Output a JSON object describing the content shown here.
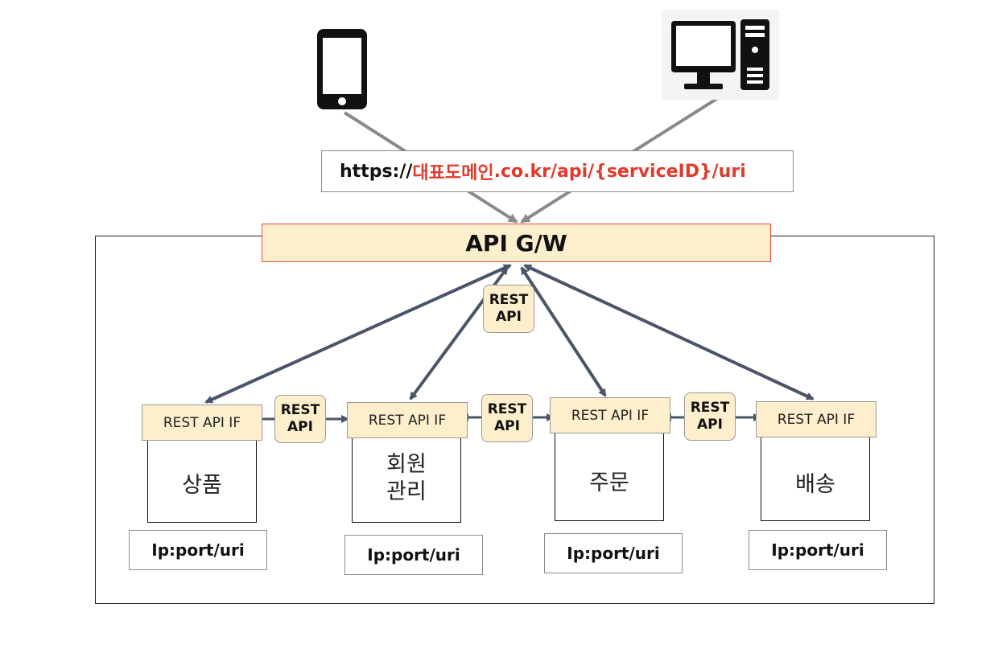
{
  "url": {
    "prefix": "https://",
    "domain": "대표도메인",
    "suffix": ".co.kr/api/{serviceID}/uri"
  },
  "gateway": {
    "label": "API G/W"
  },
  "rest_label": {
    "line1": "REST",
    "line2": "API"
  },
  "interface_label": "REST API IF",
  "services": [
    {
      "name": "상품",
      "address": "Ip:port/uri"
    },
    {
      "name": "회원",
      "name_line2": "관리",
      "address": "Ip:port/uri"
    },
    {
      "name": "주문",
      "address": "Ip:port/uri"
    },
    {
      "name": "배송",
      "address": "Ip:port/uri"
    }
  ],
  "colors": {
    "accent": "#e03a2c",
    "box_fill": "#fdefcc",
    "arrow": "#4a5568",
    "client_line": "#8a8a8a"
  },
  "icons": [
    "smartphone-icon",
    "desktop-computer-icon"
  ]
}
